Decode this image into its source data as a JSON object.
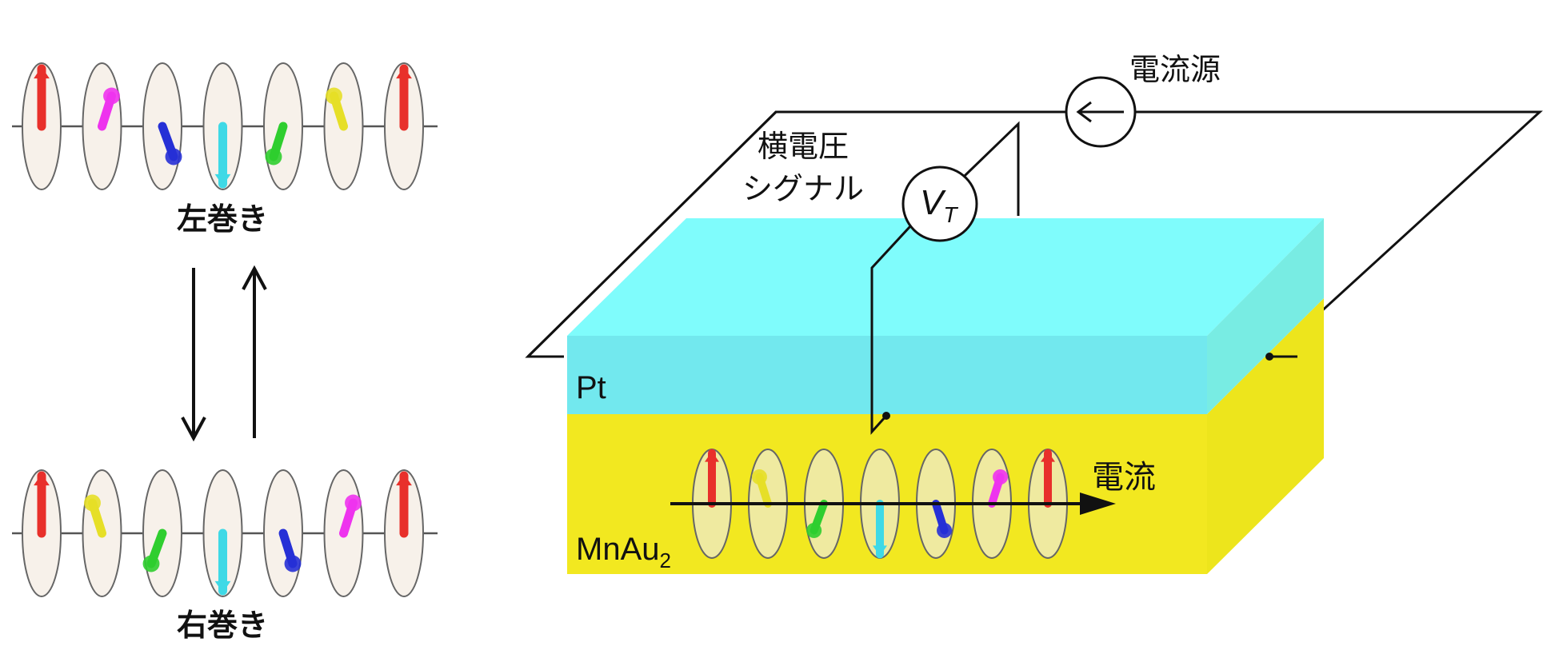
{
  "labels": {
    "left_helix": "左巻き",
    "right_helix": "右巻き",
    "current_source": "電流源",
    "transverse_voltage_line1": "横電圧",
    "transverse_voltage_line2": "シグナル",
    "voltmeter_symbol": "V",
    "voltmeter_subscript": "T",
    "pt_layer": "Pt",
    "mnau2_base": "MnAu",
    "mnau2_subscript": "2",
    "current": "電流"
  },
  "colors": {
    "pt_top": "#7ffcfc",
    "pt_front": "#72e8ee",
    "pt_side": "#78ece3",
    "mnau2_front": "#f2e820",
    "mnau2_side": "#ede51c",
    "disk_fill_left": "#f7f1ea",
    "disk_fill_right": "#efeaa0",
    "spin_up": "#e8302b",
    "spin_magenta": "#ee33ee",
    "spin_blue": "#2630d6",
    "spin_cyan": "#3fd9e6",
    "spin_green": "#2fce2f",
    "spin_yellow": "#e6df27",
    "wire": "#111111"
  },
  "spin_sequences": {
    "left_handed": [
      "spin_up",
      "spin_magenta",
      "spin_blue",
      "spin_cyan",
      "spin_green",
      "spin_yellow",
      "spin_up"
    ],
    "right_handed": [
      "spin_up",
      "spin_yellow",
      "spin_green",
      "spin_cyan",
      "spin_blue",
      "spin_magenta",
      "spin_up"
    ],
    "device": [
      "spin_up",
      "spin_yellow",
      "spin_green",
      "spin_cyan",
      "spin_blue",
      "spin_magenta",
      "spin_up"
    ]
  }
}
